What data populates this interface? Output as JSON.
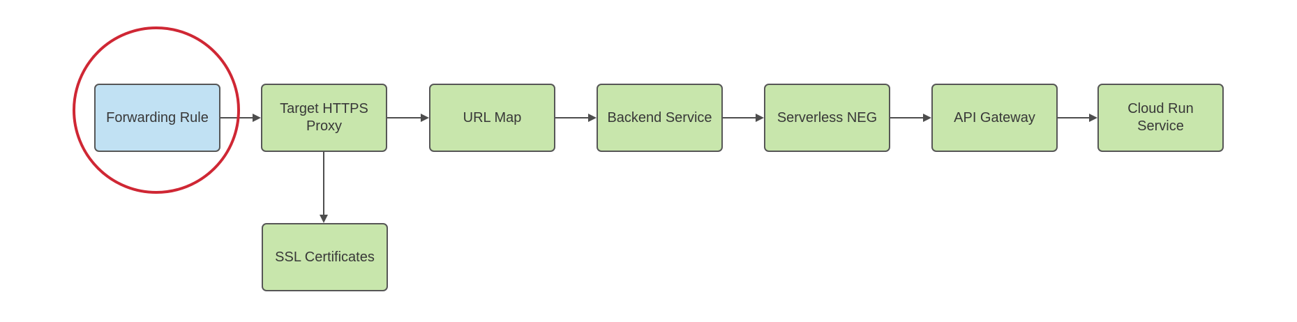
{
  "diagram": {
    "nodes": [
      {
        "id": "forwarding-rule",
        "label": "Forwarding Rule",
        "fill": "#c1e1f3"
      },
      {
        "id": "target-https-proxy",
        "label": "Target HTTPS Proxy",
        "fill": "#c8e6ac"
      },
      {
        "id": "url-map",
        "label": "URL Map",
        "fill": "#c8e6ac"
      },
      {
        "id": "backend-service",
        "label": "Backend Service",
        "fill": "#c8e6ac"
      },
      {
        "id": "serverless-neg",
        "label": "Serverless NEG",
        "fill": "#c8e6ac"
      },
      {
        "id": "api-gateway",
        "label": "API Gateway",
        "fill": "#c8e6ac"
      },
      {
        "id": "cloud-run-service",
        "label": "Cloud Run Service",
        "fill": "#c8e6ac"
      },
      {
        "id": "ssl-certificates",
        "label": "SSL Certificates",
        "fill": "#c8e6ac"
      }
    ],
    "edges": [
      {
        "from": "forwarding-rule",
        "to": "target-https-proxy",
        "direction": "right"
      },
      {
        "from": "target-https-proxy",
        "to": "url-map",
        "direction": "right"
      },
      {
        "from": "url-map",
        "to": "backend-service",
        "direction": "right"
      },
      {
        "from": "backend-service",
        "to": "serverless-neg",
        "direction": "right"
      },
      {
        "from": "serverless-neg",
        "to": "api-gateway",
        "direction": "right"
      },
      {
        "from": "api-gateway",
        "to": "cloud-run-service",
        "direction": "right"
      },
      {
        "from": "target-https-proxy",
        "to": "ssl-certificates",
        "direction": "down"
      }
    ],
    "annotations": {
      "highlight_circle": {
        "shape": "circle",
        "target": "Forwarding Rule",
        "color": "#cf2734"
      }
    },
    "colors": {
      "background": "#ffffff",
      "node_border": "#565656",
      "node_text": "#383838",
      "blue_fill": "#c1e1f3",
      "green_fill": "#c8e6ac",
      "arrow": "#4d4d4d",
      "highlight_red": "#cf2734"
    }
  }
}
